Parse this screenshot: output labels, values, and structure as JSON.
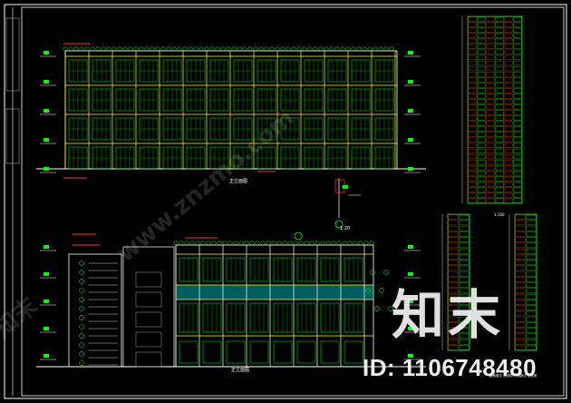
{
  "drawing": {
    "title_front": "正立面图",
    "title_side": "侧立面图",
    "scale_label": "1:100",
    "title_bottom": "正立面图",
    "detail_label": "1:20",
    "note_bottom": "屋面做法 见说明 外墙做法 见说明"
  },
  "watermark": {
    "site_text": "知末",
    "id_text": "ID: 1106748480",
    "diag_text": "www.znzmo.com"
  },
  "colors": {
    "background": "#000000",
    "frame": "#ffffff",
    "window": "#00ff00",
    "beam": "#ffff00",
    "annotation": "#ff3030",
    "glass": "#00d0d0",
    "wall": "#a0a0a0"
  }
}
